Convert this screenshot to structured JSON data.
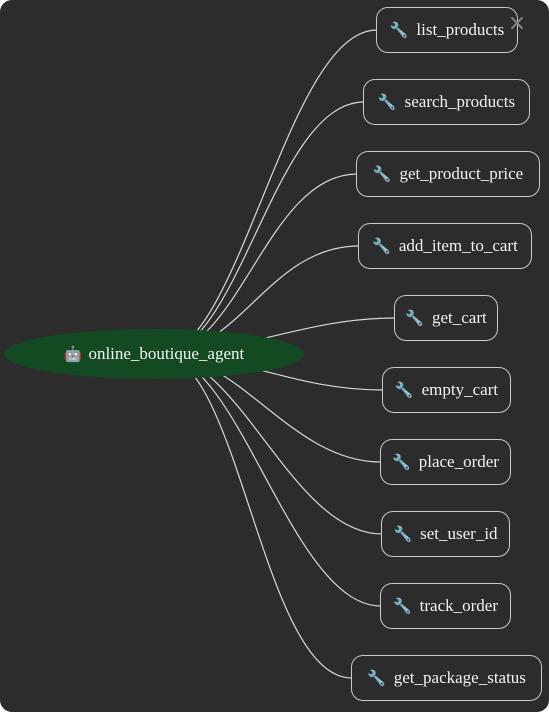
{
  "graph": {
    "root": {
      "icon": "robot-icon",
      "glyph": "🤖",
      "label": "online_boutique_agent"
    },
    "tools": [
      {
        "icon": "wrench-icon",
        "glyph": "🔧",
        "label": "list_products"
      },
      {
        "icon": "wrench-icon",
        "glyph": "🔧",
        "label": "search_products"
      },
      {
        "icon": "wrench-icon",
        "glyph": "🔧",
        "label": "get_product_price"
      },
      {
        "icon": "wrench-icon",
        "glyph": "🔧",
        "label": "add_item_to_cart"
      },
      {
        "icon": "wrench-icon",
        "glyph": "🔧",
        "label": "get_cart"
      },
      {
        "icon": "wrench-icon",
        "glyph": "🔧",
        "label": "empty_cart"
      },
      {
        "icon": "wrench-icon",
        "glyph": "🔧",
        "label": "place_order"
      },
      {
        "icon": "wrench-icon",
        "glyph": "🔧",
        "label": "set_user_id"
      },
      {
        "icon": "wrench-icon",
        "glyph": "🔧",
        "label": "track_order"
      },
      {
        "icon": "wrench-icon",
        "glyph": "🔧",
        "label": "get_package_status"
      }
    ]
  },
  "close": {
    "icon": "close-icon",
    "glyph": "×"
  },
  "colors": {
    "background": "#2c2c2c",
    "root_fill": "#134a22",
    "edge": "#d8d8d8",
    "node_border": "#c9c9c9",
    "text": "#f2f2f2"
  }
}
